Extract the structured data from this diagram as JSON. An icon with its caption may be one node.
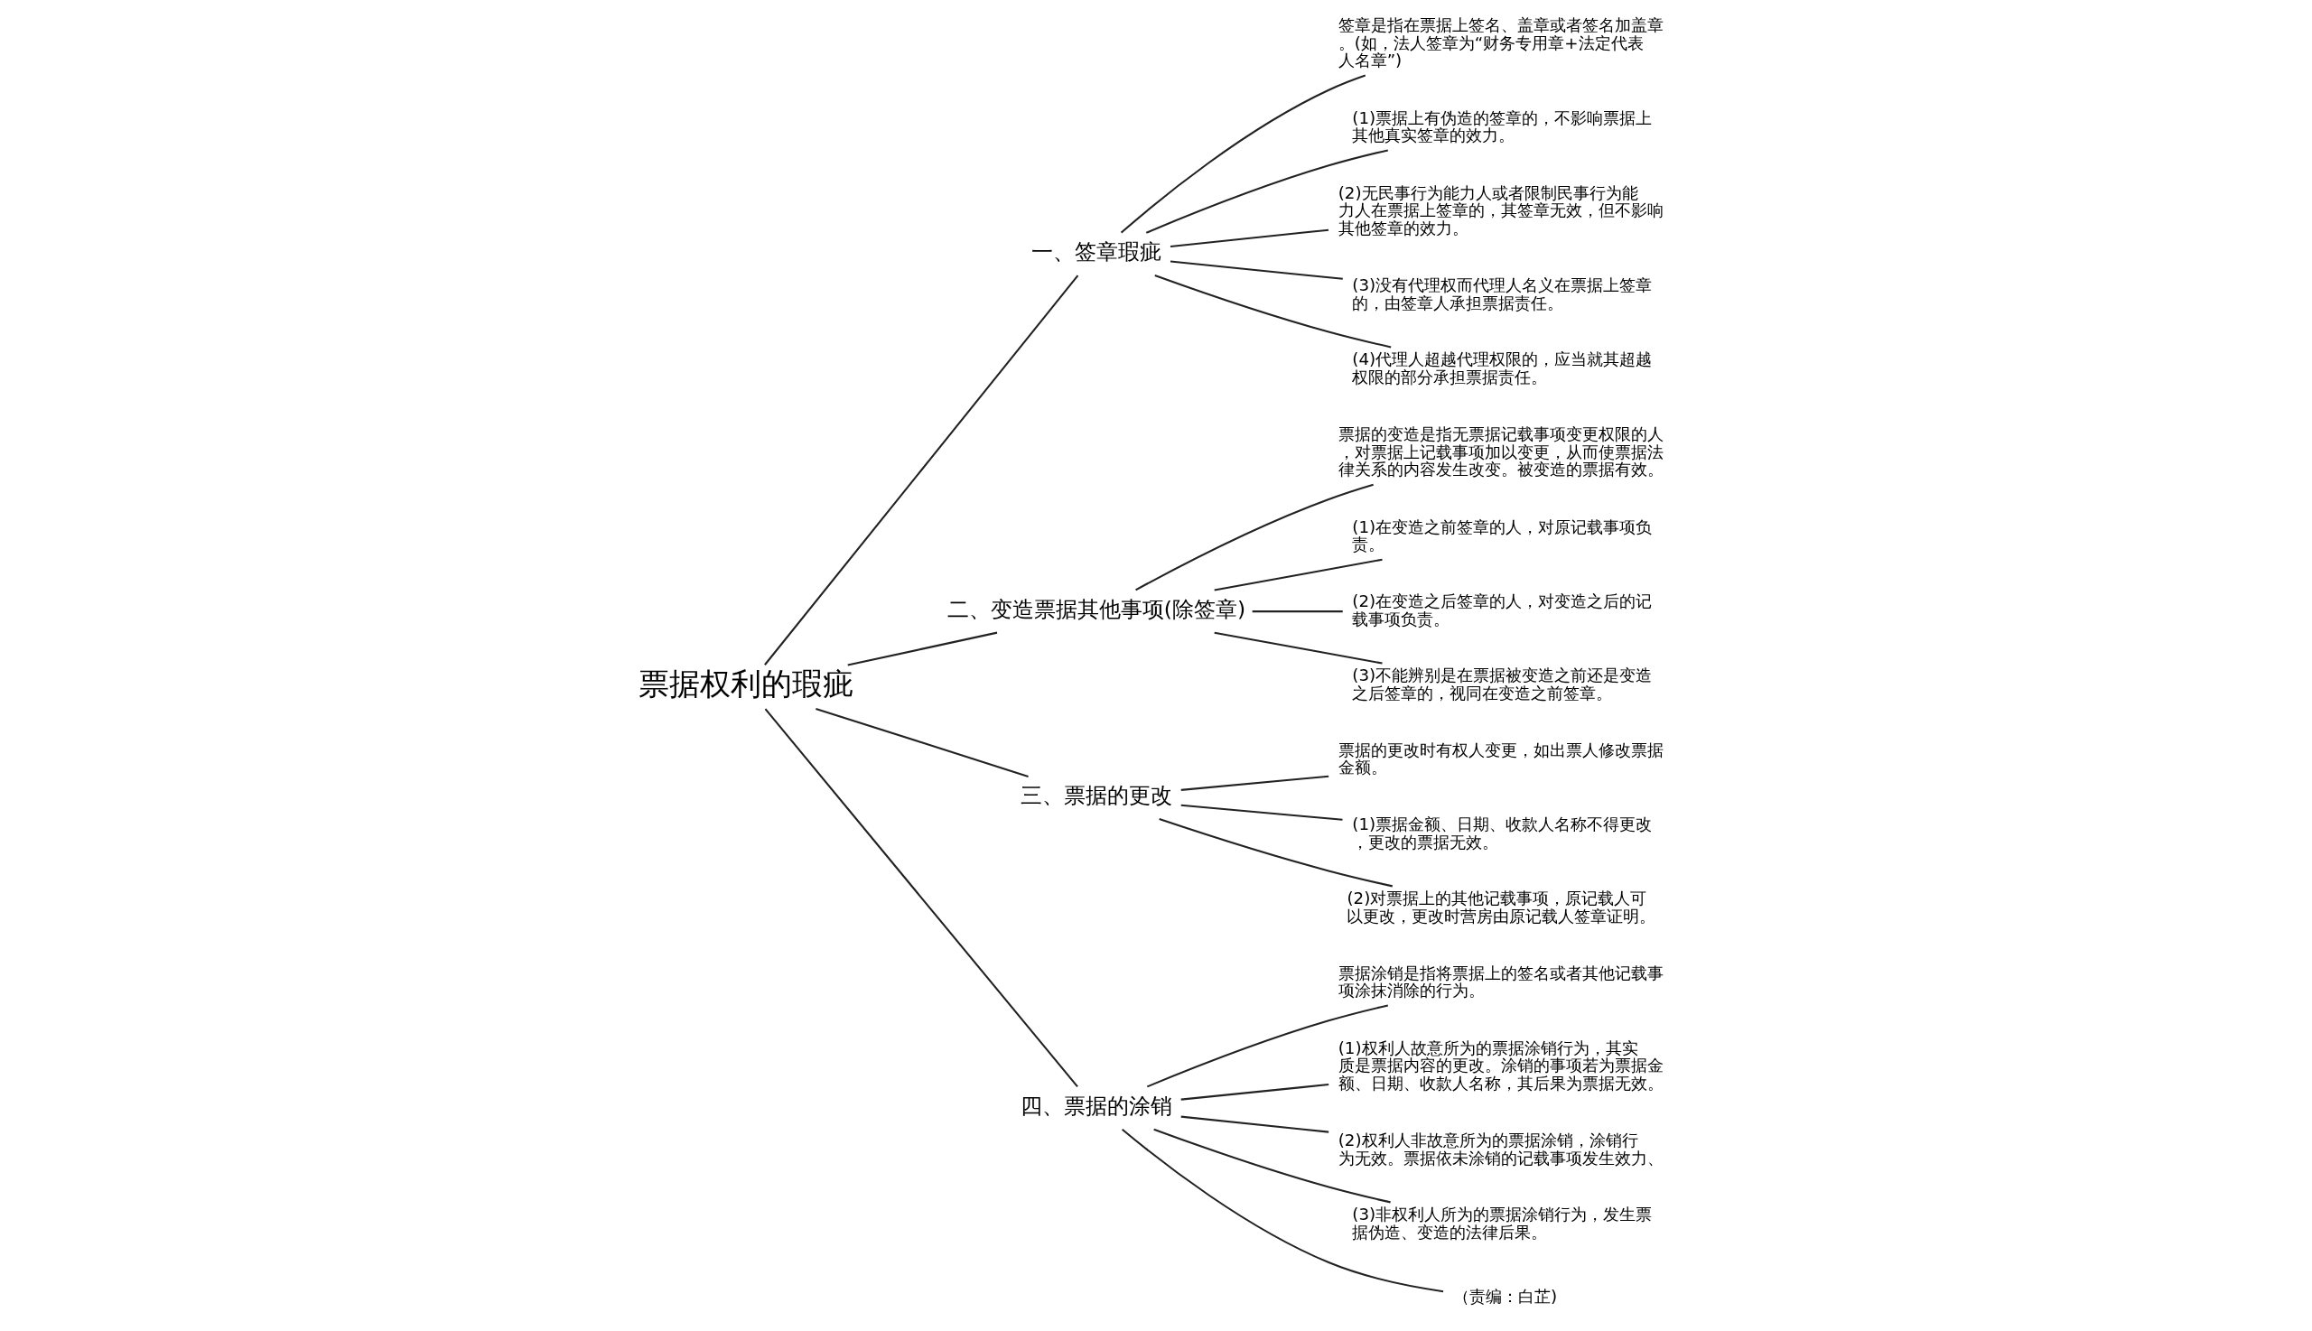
{
  "diagram": {
    "nodes": [
      {
        "text": [
          "票据权利的瑕疵"
        ]
      },
      {
        "text": [
          "一、签章瑕疵"
        ]
      },
      {
        "text": [
          "签章是指在票据上签名、盖章或者签名加盖章。(如，法人签章为“财务专用章+法定代表人名章”)"
        ]
      },
      {
        "text": [
          "(1)票据上有伪造的签章的，不影响票据上其他真实签章的效力。"
        ]
      },
      {
        "text": [
          "(2)无民事行为能力人或者限制民事行为能力人在票据上签章的，其签章无效，但不影响其他签章的效力。"
        ]
      },
      {
        "text": [
          "(3)没有代理权而代理人名义在票据上签章的，由签章人承担票据责任。"
        ]
      },
      {
        "text": [
          "(4)代理人超越代理权限的，应当就其超越权限的部分承担票据责任。"
        ]
      },
      {
        "text": [
          "二、变造票据其他事项(除签章)"
        ]
      },
      {
        "text": [
          "票据的变造是指无票据记载事项变更权限的人，对票据上记载事项加以变更，从而使票据法律关系的内容发生改变。被变造的票据有效。"
        ]
      },
      {
        "text": [
          "(1)在变造之前签章的人，对原记载事项负责。"
        ]
      },
      {
        "text": [
          "(2)在变造之后签章的人，对变造之后的记载事项负责。"
        ]
      },
      {
        "text": [
          "(3)不能辨别是在票据被变造之前还是变造之后签章的，视同在变造之前签章。"
        ]
      },
      {
        "text": [
          "三、票据的更改"
        ]
      },
      {
        "text": [
          "票据的更改时有权人变更，如出票人修改票据金额。"
        ]
      },
      {
        "text": [
          "(1)票据金额、日期、收款人名称不得更改，更改的票据无效。"
        ]
      },
      {
        "text": [
          "(2)对票据上的其他记载事项，原记载人可以更改，更改时营房由原记载人签章证明。"
        ]
      },
      {
        "text": [
          "四、票据的涂销"
        ]
      },
      {
        "text": [
          "票据涂销是指将票据上的签名或者其他记载事项涂抹消除的行为。"
        ]
      },
      {
        "text": [
          "(1)权利人故意所为的票据涂销行为，其实质是票据内容的更改。涂销的事项若为票据金额、日期、收款人名称，其后果为票据无效。"
        ]
      },
      {
        "text": [
          "(2)权利人非故意所为的票据涂销，涂销行为无效。票据依未涂销的记载事项发生效力、"
        ]
      },
      {
        "text": [
          "(3)非权利人所为的票据涂销行为，发生票据伪造、变造的法律后果。"
        ]
      },
      {
        "text": [
          "（责编：白芷)"
        ]
      }
    ],
    "edges": [
      {
        "from": 0,
        "to": 1,
        "arrow": "none"
      },
      {
        "from": 1,
        "to": 2,
        "arrow": "none"
      },
      {
        "from": 1,
        "to": 3,
        "arrow": "none"
      },
      {
        "from": 1,
        "to": 4,
        "arrow": "none"
      },
      {
        "from": 1,
        "to": 5,
        "arrow": "none"
      },
      {
        "from": 1,
        "to": 6,
        "arrow": "none"
      },
      {
        "from": 0,
        "to": 7,
        "arrow": "none"
      },
      {
        "from": 7,
        "to": 8,
        "arrow": "none"
      },
      {
        "from": 7,
        "to": 9,
        "arrow": "none"
      },
      {
        "from": 7,
        "to": 10,
        "arrow": "none"
      },
      {
        "from": 7,
        "to": 11,
        "arrow": "none"
      },
      {
        "from": 0,
        "to": 12,
        "arrow": "none"
      },
      {
        "from": 12,
        "to": 13,
        "arrow": "none"
      },
      {
        "from": 12,
        "to": 14,
        "arrow": "none"
      },
      {
        "from": 12,
        "to": 15,
        "arrow": "none"
      },
      {
        "from": 0,
        "to": 16,
        "arrow": "none"
      },
      {
        "from": 16,
        "to": 17,
        "arrow": "none"
      },
      {
        "from": 16,
        "to": 18,
        "arrow": "none"
      },
      {
        "from": 16,
        "to": 19,
        "arrow": "none"
      },
      {
        "from": 16,
        "to": 20,
        "arrow": "none"
      },
      {
        "from": 16,
        "to": 21,
        "arrow": "none"
      }
    ]
  }
}
